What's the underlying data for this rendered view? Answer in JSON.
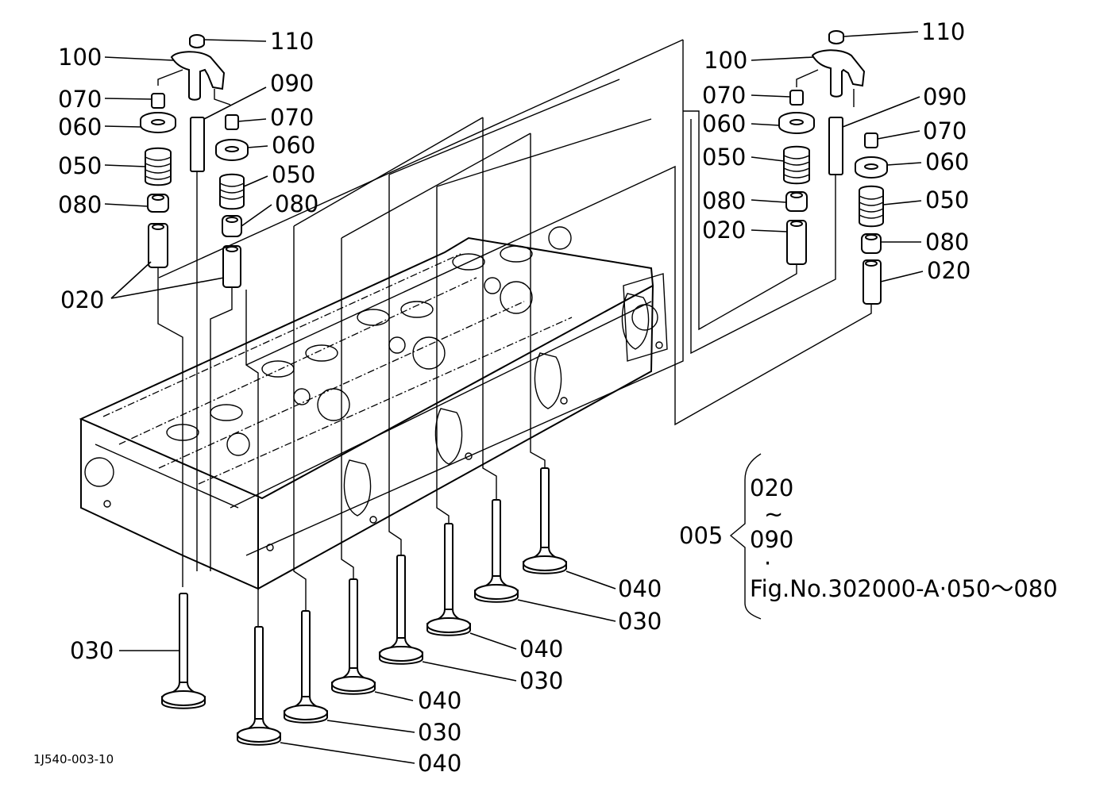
{
  "labels": {
    "l_110": "110",
    "l_100": "100",
    "l_070": "070",
    "l_060": "060",
    "l_050": "050",
    "l_080": "080",
    "l_020": "020",
    "l_090": "090",
    "l_030": "030",
    "l_040": "040",
    "l_005": "005"
  },
  "note": {
    "line1": "020",
    "tilde": "~",
    "line2": "090",
    "dot": "·",
    "line3": "Fig.No.302000-A·050〜080"
  },
  "figure_code": "1J540-003-10"
}
